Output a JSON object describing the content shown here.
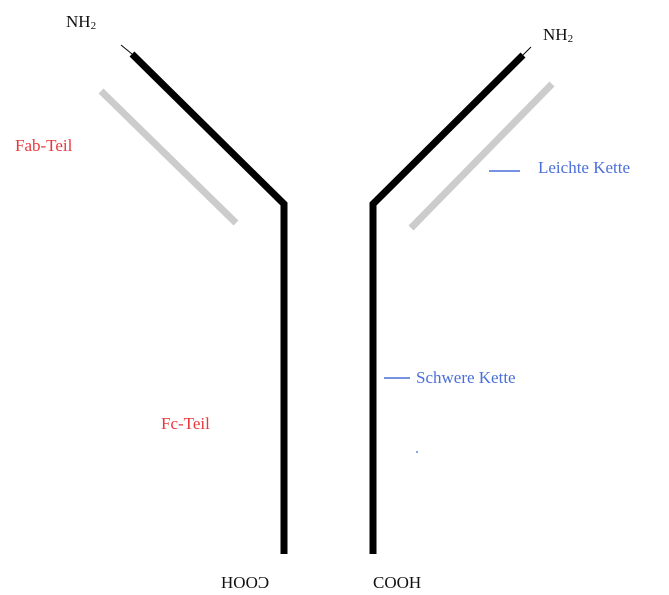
{
  "labels": {
    "nh2_left": "NH",
    "nh2_left_sub": "2",
    "nh2_right": "NH",
    "nh2_right_sub": "2",
    "fab": "Fab-Teil",
    "fc": "Fc-Teil",
    "light_chain": "Leichte Kette",
    "heavy_chain": "Schwere Kette",
    "cooh_left": "COOH",
    "cooh_right": "COOH"
  },
  "colors": {
    "heavy_chain": "#000000",
    "light_chain": "#cccccc",
    "red_label": "#e8383d",
    "blue_label": "#4a6fd8",
    "background": "#ffffff"
  }
}
